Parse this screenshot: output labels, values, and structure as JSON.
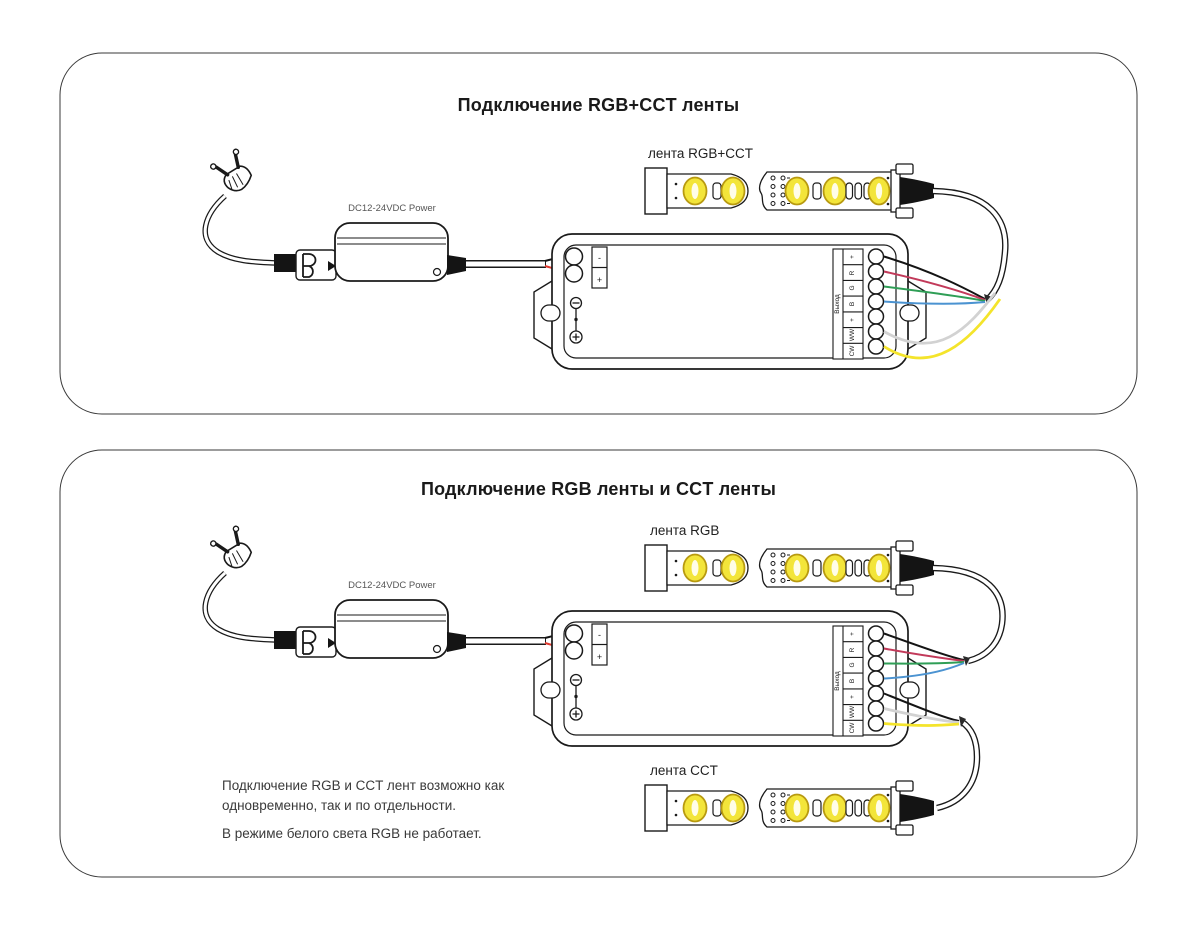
{
  "panel1": {
    "title": "Подключение RGB+CCT ленты",
    "strip_label": "лента RGB+CCT",
    "power_label": "DC12-24VDC Power"
  },
  "panel2": {
    "title": "Подключение RGB ленты и CCT ленты",
    "strip_rgb_label": "лента RGB",
    "strip_cct_label": "лента CCT",
    "power_label": "DC12-24VDC Power",
    "note_para1": "Подключение RGB и CCT лент возможно как одновременно, так и по отдельности.",
    "note_para2": "В режиме белого света RGB не работает."
  },
  "controller": {
    "output_block_label": "Выход",
    "terminal_labels": [
      "+",
      "R",
      "G",
      "B",
      "+",
      "WW",
      "CW"
    ],
    "power_minus": "-",
    "power_plus": "+"
  },
  "wire_colors": {
    "power_red": "#e0392e",
    "plus_black": "#141414",
    "red": "#c23a5a",
    "green": "#2f9e56",
    "blue": "#4b93d1",
    "warm_white": "#d2d2d2",
    "cold_white": "#f4e42b"
  },
  "led_color": "#f3e53a"
}
